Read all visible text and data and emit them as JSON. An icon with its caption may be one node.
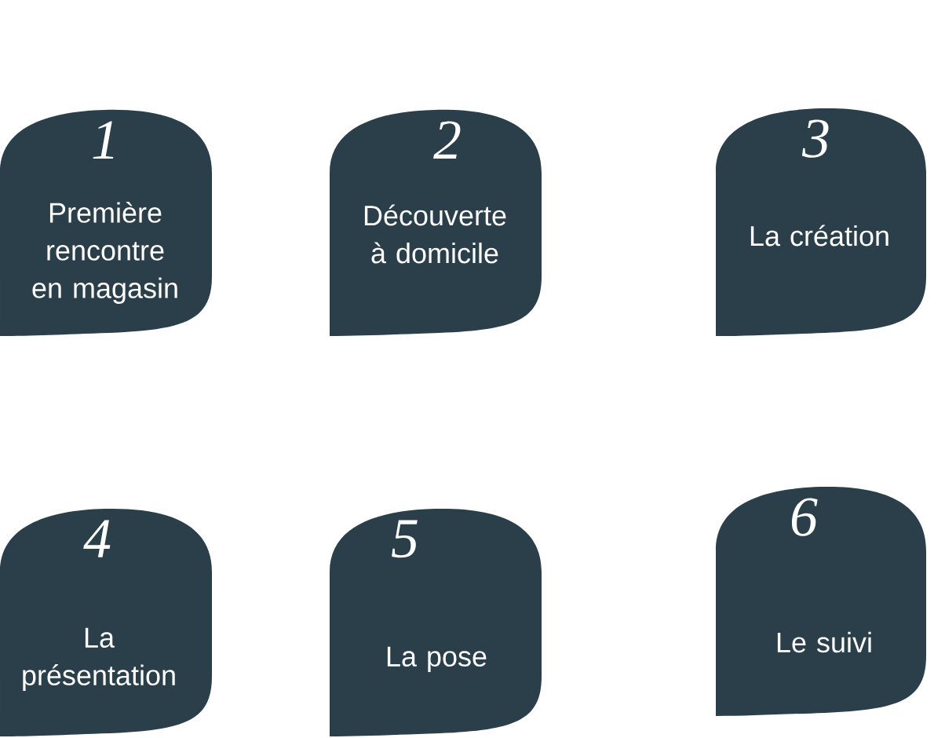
{
  "diagram": {
    "nodes": [
      {
        "text": [
          "1",
          "Première rencontre en magasin"
        ]
      },
      {
        "text": [
          "2",
          "Découverte à domicile"
        ]
      },
      {
        "text": [
          "3",
          "La création"
        ]
      },
      {
        "text": [
          "4",
          "La présentation"
        ]
      },
      {
        "text": [
          "5",
          "La pose"
        ]
      },
      {
        "text": [
          "6",
          "Le suivi"
        ]
      }
    ]
  }
}
